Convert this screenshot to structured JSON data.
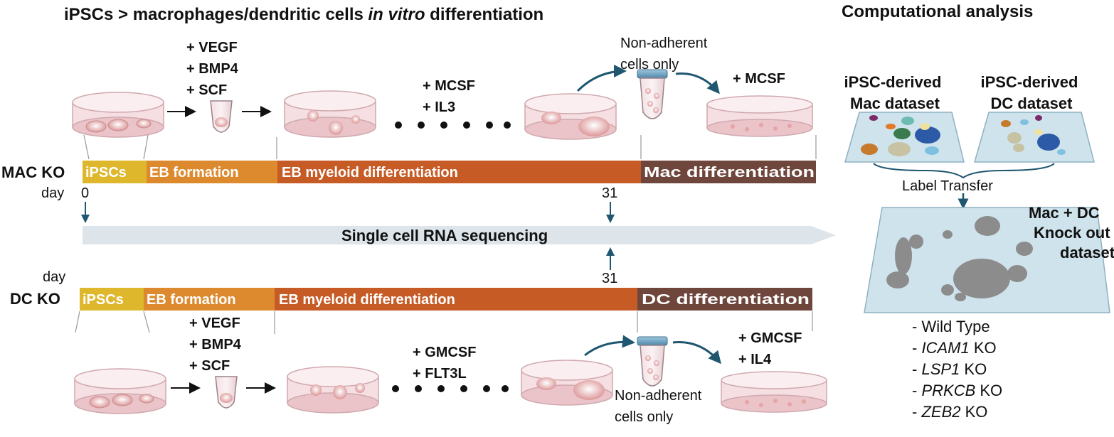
{
  "left_title": {
    "part1": "iPSCs > macrophages/dendritic cells ",
    "italic": "in vitro",
    "part2": " differentiation"
  },
  "right_title": "Computational analysis",
  "mac": {
    "row_label": "MAC KO",
    "day_label": "day",
    "day_start": "0",
    "day_mid": "31",
    "stages": [
      "iPSCs",
      "EB formation",
      "EB myeloid differentiation",
      "Mac differentiation"
    ],
    "factors_eb": [
      "+ VEGF",
      "+ BMP4",
      "+ SCF"
    ],
    "factors_mid": [
      "+ MCSF",
      "+ IL3"
    ],
    "nonadherent": [
      "Non-adherent",
      "cells only"
    ],
    "factor_final": "+ MCSF"
  },
  "dc": {
    "row_label": "DC KO",
    "day_label": "day",
    "day_mid": "31",
    "stages": [
      "iPSCs",
      "EB formation",
      "EB myeloid differentiation",
      "DC differentiation"
    ],
    "factors_eb": [
      "+ VEGF",
      "+ BMP4",
      "+ SCF"
    ],
    "factors_mid": [
      "+ GMCSF",
      "+ FLT3L"
    ],
    "nonadherent": [
      "Non-adherent",
      "cells only"
    ],
    "factors_final": [
      "+ GMCSF",
      "+ IL4"
    ]
  },
  "sequencing_label": "Single cell RNA sequencing",
  "datasets": {
    "mac": [
      "iPSC-derived",
      "Mac dataset"
    ],
    "dc": [
      "iPSC-derived",
      "DC dataset"
    ],
    "label_transfer": "Label Transfer",
    "combined": [
      "Mac + DC",
      "Knock out",
      "dataset"
    ]
  },
  "ko_list": [
    {
      "gene": "",
      "suffix": "Wild Type"
    },
    {
      "gene": "ICAM1",
      "suffix": " KO"
    },
    {
      "gene": "LSP1",
      "suffix": " KO"
    },
    {
      "gene": "PRKCB",
      "suffix": " KO"
    },
    {
      "gene": "ZEB2",
      "suffix": " KO"
    }
  ],
  "colors": {
    "stage_ipsc": "#dfb72c",
    "stage_eb": "#dd8a2e",
    "stage_myeloid": "#c65b26",
    "stage_final": "#6e463c",
    "arrow": "#1f5670",
    "seq_band": "#dde5ea",
    "dish_fill": "#f6dfe2",
    "dish_edge": "#cfa9ae"
  }
}
